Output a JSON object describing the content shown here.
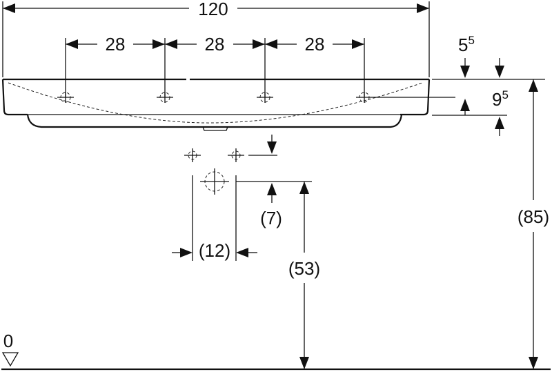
{
  "dimensions": {
    "overall_width": "120",
    "tap_spacing_1": "28",
    "tap_spacing_2": "28",
    "tap_spacing_3": "28",
    "rim_thickness_base": "5",
    "rim_thickness_sup": "5",
    "bowl_depth_base": "9",
    "bowl_depth_sup": "5",
    "overall_height": "(85)",
    "trap_height": "(53)",
    "trap_offset": "(7)",
    "trap_width": "(12)",
    "floor_level": "0"
  },
  "icons": [
    "tap-hole-icon",
    "drain-outlet-icon",
    "floor-level-icon"
  ]
}
